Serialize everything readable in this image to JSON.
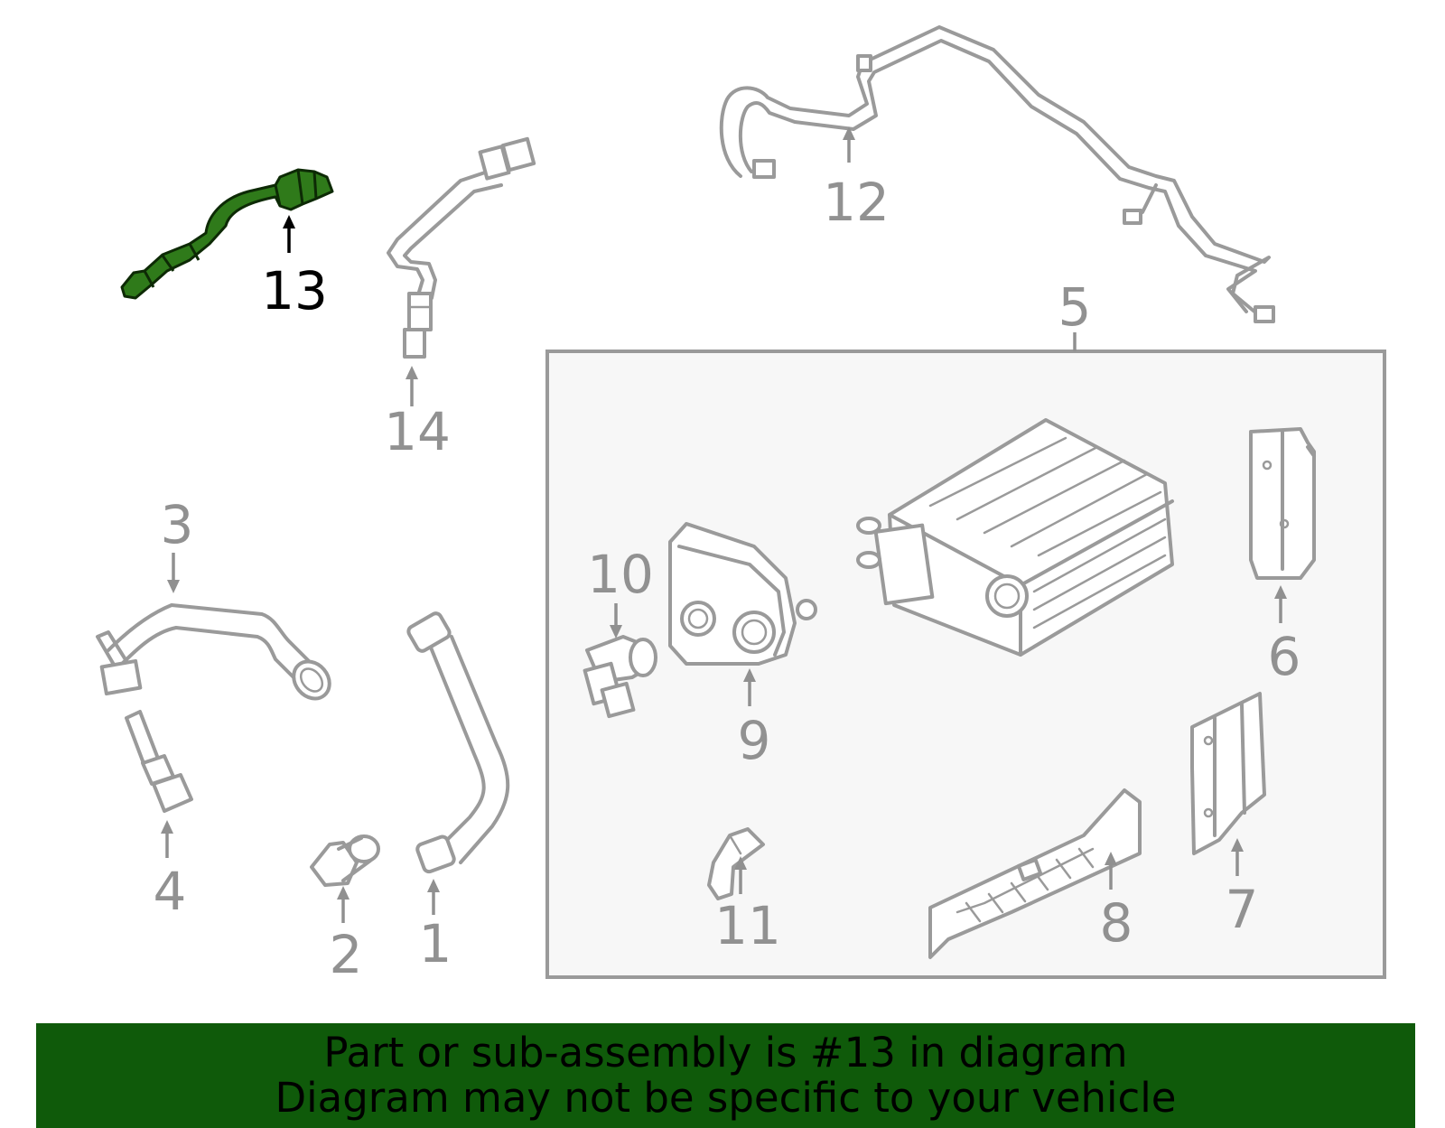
{
  "callouts": {
    "c1": "1",
    "c2": "2",
    "c3": "3",
    "c4": "4",
    "c5": "5",
    "c6": "6",
    "c7": "7",
    "c8": "8",
    "c9": "9",
    "c10": "10",
    "c11": "11",
    "c12": "12",
    "c13": "13",
    "c14": "14"
  },
  "highlighted_part": "13",
  "banner": {
    "line1": "Part or sub-assembly is #13 in diagram",
    "line2": "Diagram may not be specific to your vehicle"
  },
  "colors": {
    "highlight_part": "#2f7a1a",
    "banner_background": "#0f5a0a",
    "part_lines": "#9a9a9a",
    "assembly_box_fill": "#f7f7f7"
  }
}
